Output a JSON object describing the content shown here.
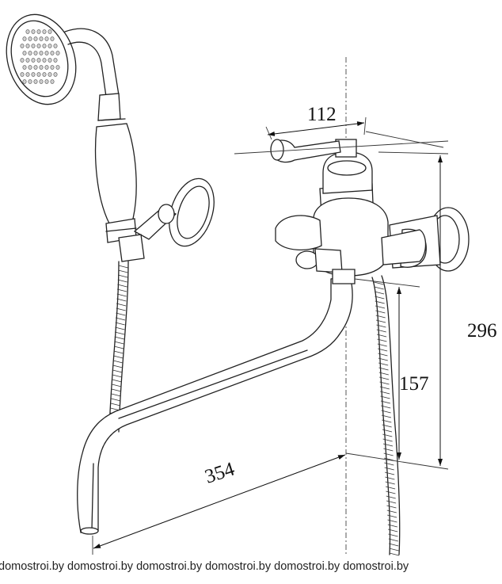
{
  "dimensions": {
    "spout_width": "112",
    "total_height": "296",
    "spout_height": "157",
    "spout_length": "354"
  },
  "watermark": "domostroi.by domostroi.by domostroi.by domostroi.by domostroi.by domostroi.by"
}
